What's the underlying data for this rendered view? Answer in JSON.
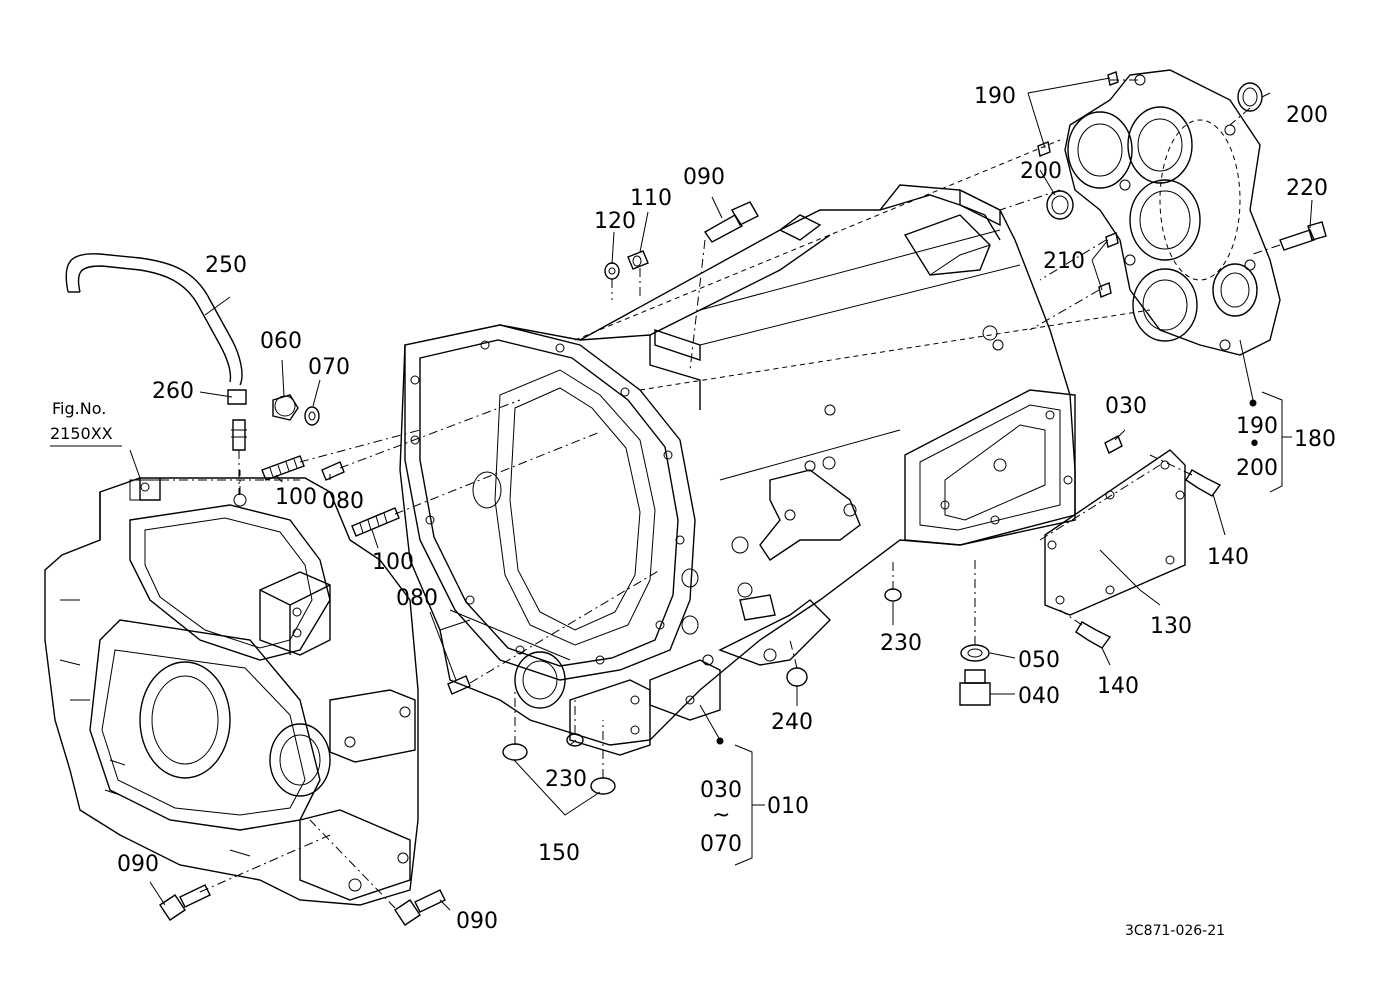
{
  "figure_ref": {
    "label": "Fig.No.",
    "value": "2150XX"
  },
  "drawing_code": "3C871-026-21",
  "parts": {
    "p010": "010",
    "p030_a": "030",
    "p030_b": "030",
    "p040": "040",
    "p050": "050",
    "p060": "060",
    "p070_a": "070",
    "p070_b": "070",
    "p080_a": "080",
    "p080_b": "080",
    "p090_a": "090",
    "p090_b": "090",
    "p090_c": "090",
    "p100_a": "100",
    "p100_b": "100",
    "p110": "110",
    "p120": "120",
    "p130": "130",
    "p140_a": "140",
    "p140_b": "140",
    "p150": "150",
    "p180": "180",
    "p190_a": "190",
    "p190_b": "190",
    "p200_a": "200",
    "p200_b": "200",
    "p200_c": "200",
    "p210": "210",
    "p220": "220",
    "p230_a": "230",
    "p230_b": "230",
    "p240": "240",
    "p250": "250",
    "p260": "260"
  },
  "range_symbol": "~",
  "set_dot": "•"
}
